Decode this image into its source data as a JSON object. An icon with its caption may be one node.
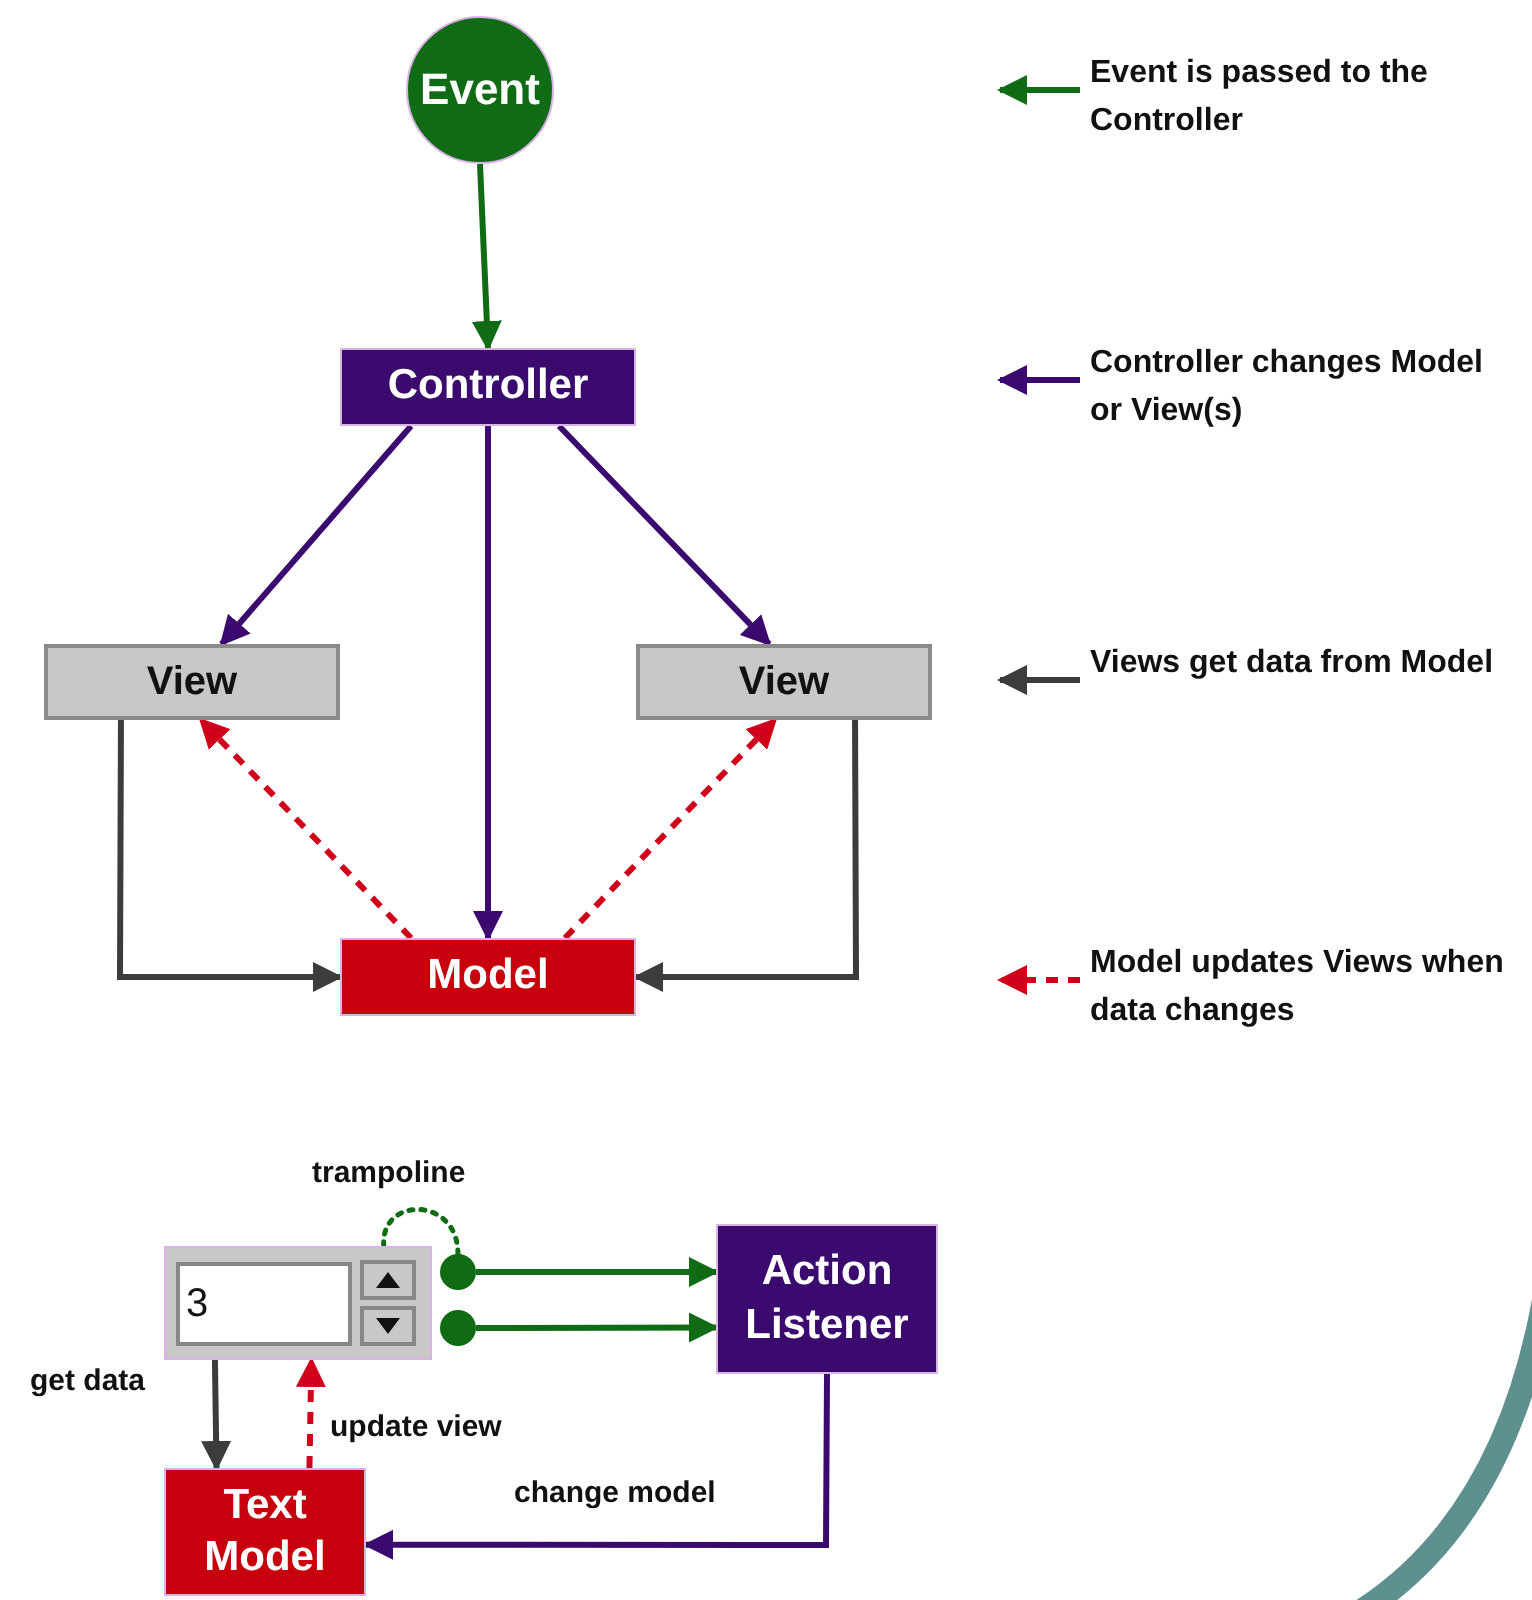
{
  "diagram": {
    "nodes": [
      {
        "text": [
          "Event"
        ]
      },
      {
        "text": [
          "Controller"
        ]
      },
      {
        "text": [
          "View"
        ]
      },
      {
        "text": [
          "View"
        ]
      },
      {
        "text": [
          "Model"
        ]
      },
      {
        "text": [
          "3"
        ]
      },
      {
        "text": [],
        "shape": "circle"
      },
      {
        "text": [],
        "shape": "circle"
      },
      {
        "text": [
          "Action Listener"
        ]
      },
      {
        "text": [
          "Text Model"
        ]
      }
    ],
    "edges": [
      {
        "from": 0,
        "to": 1,
        "arrow": "to",
        "color": "#0f6b14"
      },
      {
        "from": 1,
        "to": 2,
        "arrow": "to",
        "color": "#3a0a6e"
      },
      {
        "from": 1,
        "to": 3,
        "arrow": "to",
        "color": "#3a0a6e"
      },
      {
        "from": 1,
        "to": 4,
        "arrow": "to",
        "color": "#3a0a6e"
      },
      {
        "from": 2,
        "to": 4,
        "arrow": "to",
        "color": "#3c3c3c"
      },
      {
        "from": 3,
        "to": 4,
        "arrow": "to",
        "color": "#3c3c3c"
      },
      {
        "from": 4,
        "to": 2,
        "arrow": "to",
        "style": "dashed",
        "color": "#d0021b"
      },
      {
        "from": 4,
        "to": 3,
        "arrow": "to",
        "style": "dashed",
        "color": "#d0021b"
      },
      {
        "from": 5,
        "to": 6,
        "arrow": "none",
        "style": "dashed",
        "color": "#0f6b14",
        "label": "trampoline"
      },
      {
        "from": 6,
        "to": 8,
        "arrow": "to",
        "color": "#0f6b14"
      },
      {
        "from": 7,
        "to": 8,
        "arrow": "to",
        "color": "#0f6b14"
      },
      {
        "from": 5,
        "to": 9,
        "arrow": "to",
        "color": "#3c3c3c",
        "label": "get data"
      },
      {
        "from": 9,
        "to": 5,
        "arrow": "to",
        "style": "dashed",
        "color": "#d0021b",
        "label": "update view"
      },
      {
        "from": 8,
        "to": 9,
        "arrow": "to",
        "color": "#3a0a6e",
        "label": "change model"
      }
    ],
    "legend": [
      {
        "text": "Event is passed to the Controller"
      },
      {
        "text": "Controller changes Model or View(s)"
      },
      {
        "text": "Views get data from Model"
      },
      {
        "text": "Model updates Views when data changes"
      }
    ]
  }
}
